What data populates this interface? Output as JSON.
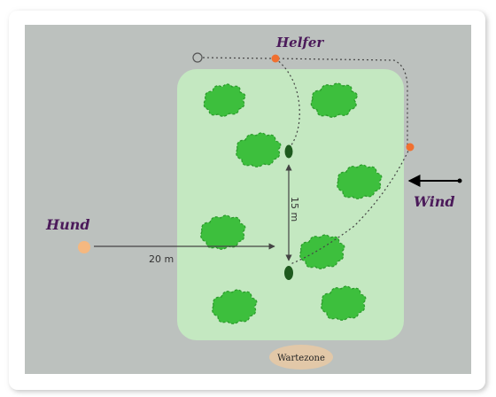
{
  "labels": {
    "helper": "Helfer",
    "dog": "Hund",
    "wind": "Wind",
    "waiting_zone": "Wartezone",
    "dist_horizontal": "20 m",
    "dist_vertical": "15 m"
  },
  "colors": {
    "frame_bg": "#bcc1be",
    "field_fill": "#c4e8c1",
    "bush_fill": "#3dbf3d",
    "bush_outline": "#2a9a2a",
    "marker_dark": "#1e5a1e",
    "helper_dot": "#f07030",
    "dog_dot": "#f5b880",
    "label_text": "#4b1a5a",
    "waiting_zone_fill": "#e2c8a8"
  }
}
